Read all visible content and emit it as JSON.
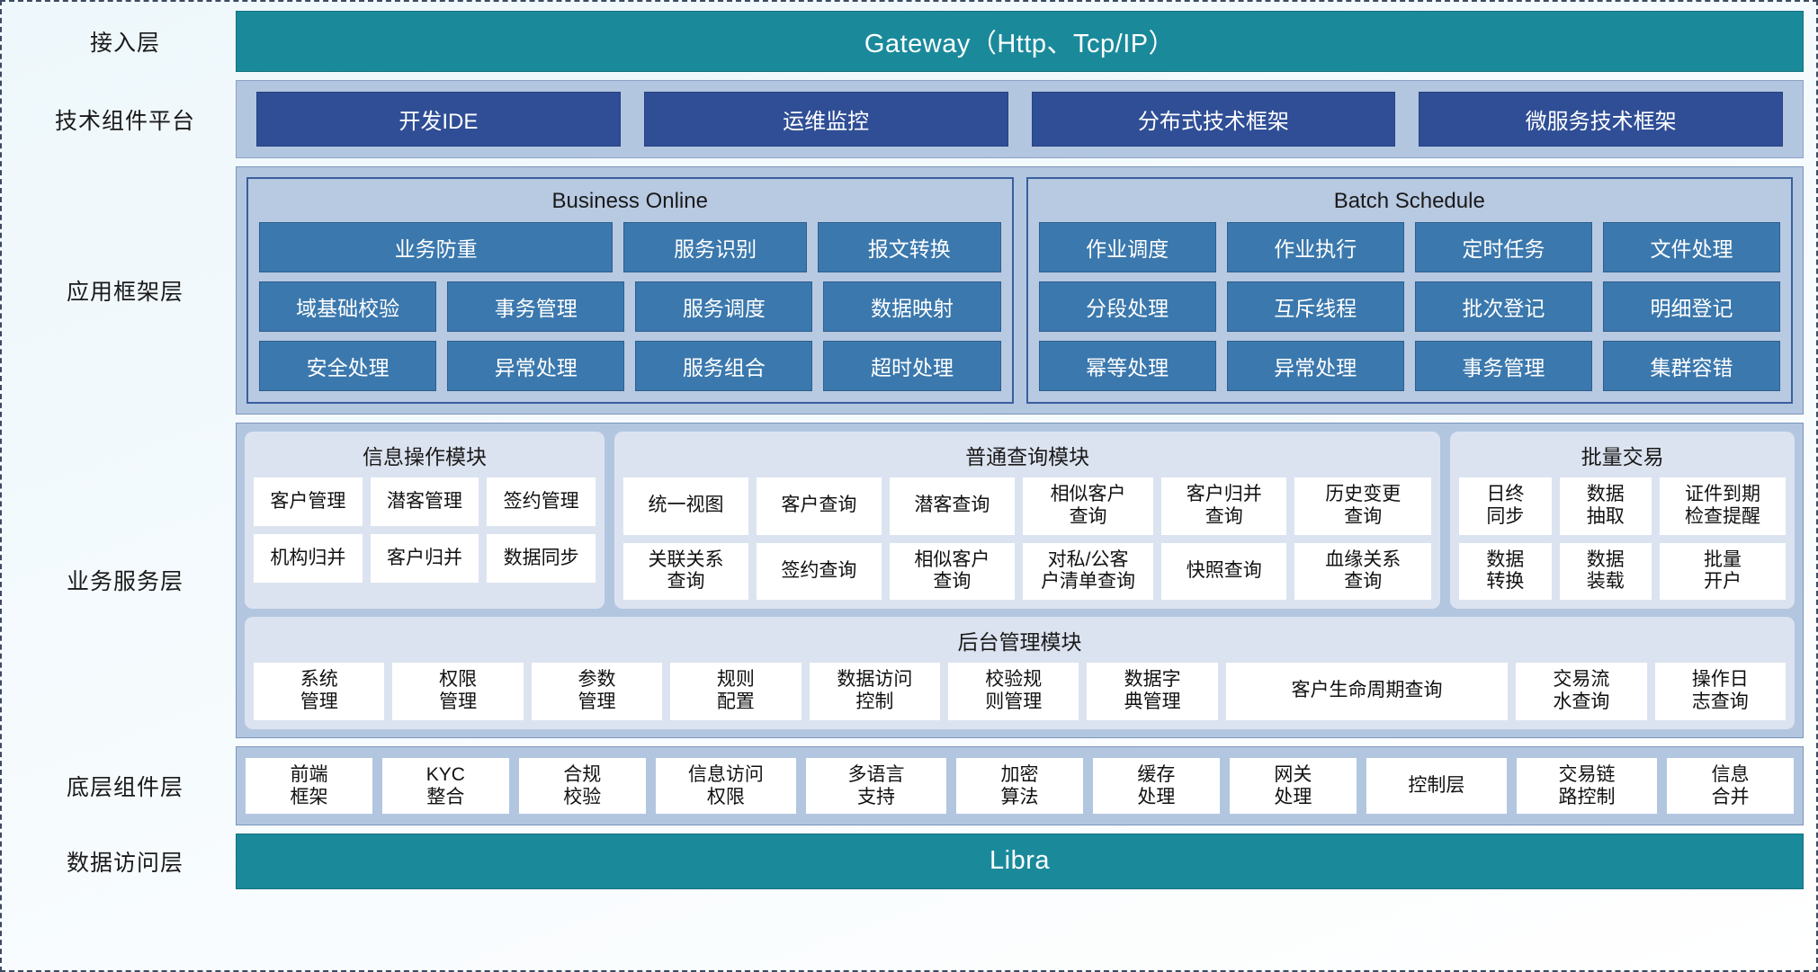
{
  "layers": [
    {
      "id": "access",
      "label": "接入层"
    },
    {
      "id": "tech",
      "label": "技术组件平台"
    },
    {
      "id": "appframe",
      "label": "应用框架层"
    },
    {
      "id": "bizsvc",
      "label": "业务服务层"
    },
    {
      "id": "base",
      "label": "底层组件层"
    },
    {
      "id": "data",
      "label": "数据访问层"
    }
  ],
  "access": {
    "gateway_label": "Gateway（Http、Tcp/IP）"
  },
  "tech": {
    "items": [
      "开发IDE",
      "运维监控",
      "分布式技术框架",
      "微服务技术框架"
    ]
  },
  "appframe": {
    "groups": [
      {
        "title": "Business Online",
        "rows": [
          [
            {
              "label": "业务防重",
              "span": 2
            },
            {
              "label": "服务识别",
              "span": 1
            },
            {
              "label": "报文转换",
              "span": 1
            }
          ],
          [
            {
              "label": "域基础校验",
              "span": 1
            },
            {
              "label": "事务管理",
              "span": 1
            },
            {
              "label": "服务调度",
              "span": 1
            },
            {
              "label": "数据映射",
              "span": 1
            }
          ],
          [
            {
              "label": "安全处理",
              "span": 1
            },
            {
              "label": "异常处理",
              "span": 1
            },
            {
              "label": "服务组合",
              "span": 1
            },
            {
              "label": "超时处理",
              "span": 1
            }
          ]
        ]
      },
      {
        "title": "Batch Schedule",
        "rows": [
          [
            {
              "label": "作业调度",
              "span": 1
            },
            {
              "label": "作业执行",
              "span": 1
            },
            {
              "label": "定时任务",
              "span": 1
            },
            {
              "label": "文件处理",
              "span": 1
            }
          ],
          [
            {
              "label": "分段处理",
              "span": 1
            },
            {
              "label": "互斥线程",
              "span": 1
            },
            {
              "label": "批次登记",
              "span": 1
            },
            {
              "label": "明细登记",
              "span": 1
            }
          ],
          [
            {
              "label": "幂等处理",
              "span": 1
            },
            {
              "label": "异常处理",
              "span": 1
            },
            {
              "label": "事务管理",
              "span": 1
            },
            {
              "label": "集群容错",
              "span": 1
            }
          ]
        ]
      }
    ]
  },
  "bizsvc": {
    "modules": [
      {
        "title": "信息操作模块",
        "flex": 22,
        "rows": [
          [
            "客户管理",
            "潜客管理",
            "签约管理"
          ],
          [
            "机构归并",
            "客户归并",
            "数据同步"
          ]
        ]
      },
      {
        "title": "普通查询模块",
        "flex": 52,
        "rows": [
          [
            "统一视图",
            "客户查询",
            "潜客查询",
            "相似客户\n查询",
            "客户归并\n查询",
            "历史变更\n查询"
          ],
          [
            "关联关系\n查询",
            "签约查询",
            "相似客户\n查询",
            "对私/公客\n户清单查询",
            "快照查询",
            "血缘关系\n查询"
          ]
        ]
      },
      {
        "title": "批量交易",
        "flex": 21,
        "rows": [
          [
            "日终\n同步",
            "数据\n抽取",
            "证件到期\n检查提醒"
          ],
          [
            "数据\n转换",
            "数据\n装载",
            "批量\n开户"
          ]
        ]
      }
    ],
    "admin_module": {
      "title": "后台管理模块",
      "cells": [
        {
          "label": "系统\n管理",
          "flex": 9
        },
        {
          "label": "权限\n管理",
          "flex": 9
        },
        {
          "label": "参数\n管理",
          "flex": 9
        },
        {
          "label": "规则\n配置",
          "flex": 9
        },
        {
          "label": "数据访问\n控制",
          "flex": 9
        },
        {
          "label": "校验规\n则管理",
          "flex": 9
        },
        {
          "label": "数据字\n典管理",
          "flex": 9
        },
        {
          "label": "客户生命周期查询",
          "flex": 20
        },
        {
          "label": "交易流\n水查询",
          "flex": 9
        },
        {
          "label": "操作日\n志查询",
          "flex": 9
        }
      ]
    }
  },
  "base": {
    "items": [
      {
        "label": "前端\n框架",
        "flex": 9
      },
      {
        "label": "KYC\n整合",
        "flex": 9
      },
      {
        "label": "合规\n校验",
        "flex": 9
      },
      {
        "label": "信息访问\n权限",
        "flex": 10
      },
      {
        "label": "多语言\n支持",
        "flex": 10
      },
      {
        "label": "加密\n算法",
        "flex": 9
      },
      {
        "label": "缓存\n处理",
        "flex": 9
      },
      {
        "label": "网关\n处理",
        "flex": 9
      },
      {
        "label": "控制层",
        "flex": 10
      },
      {
        "label": "交易链\n路控制",
        "flex": 10
      },
      {
        "label": "信息\n合并",
        "flex": 9
      }
    ]
  },
  "data": {
    "libra_label": "Libra"
  },
  "colors": {
    "teal": "#1a8a9b",
    "band": "#b3c6e0",
    "dark_chip": "#2f4e96",
    "blue_chip": "#3b78ad",
    "module_bg": "#dce3f0",
    "cell_bg": "#ffffff",
    "page_bg": "#eef7fb"
  }
}
